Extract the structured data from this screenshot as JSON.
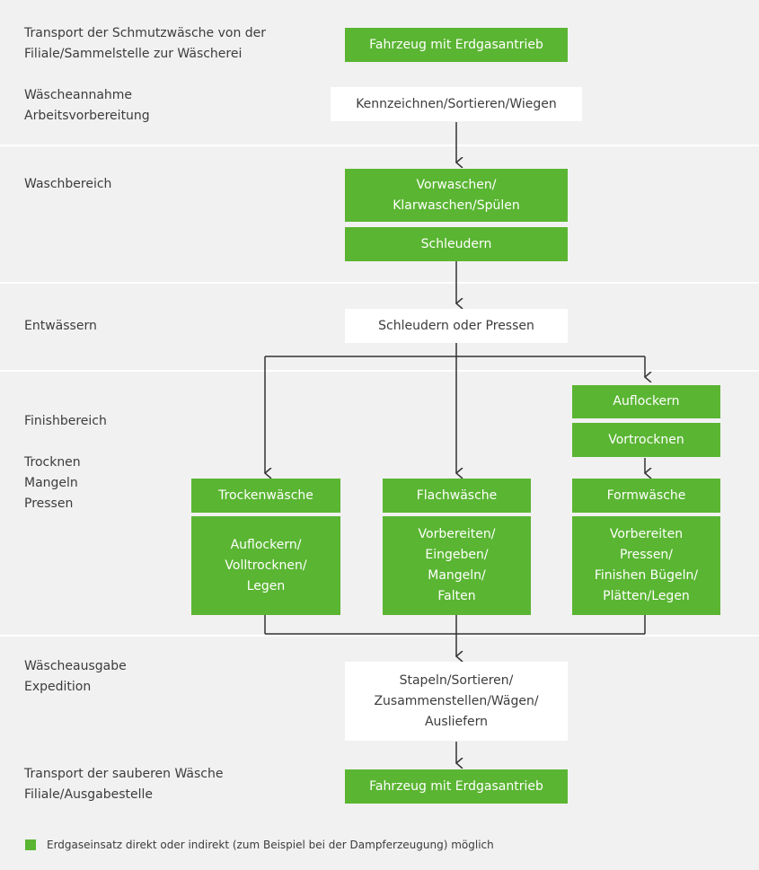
{
  "colors": {
    "green": "#5ab532",
    "white_box": "#ffffff",
    "background": "#f1f1f1",
    "line": "#333333"
  },
  "labels": {
    "transport_dirty": "Transport der Schmutzwäsche von der\nFiliale/Sammelstelle zur Wäscherei",
    "acceptance": "Wäscheannahme\nArbeitsvorbereitung",
    "washing": "Waschbereich",
    "dewatering": "Entwässern",
    "finish": "Finishbereich",
    "finish_steps": "Trocknen\nMangeln\nPressen",
    "output": "Wäscheausgabe\nExpedition",
    "transport_clean": "Transport der sauberen Wäsche\nFiliale/Ausgabestelle"
  },
  "boxes": {
    "vehicle_top": "Fahrzeug mit Erdgasantrieb",
    "sorting": "Kennzeichnen/Sortieren/Wiegen",
    "prewash": "Vorwaschen/\nKlarwaschen/Spülen",
    "spin": "Schleudern",
    "spin_or_press": "Schleudern oder Pressen",
    "loosen": "Auflockern",
    "predry": "Vortrocknen",
    "dry_title": "Trockenwäsche",
    "dry_body": "Auflockern/\nVolltrocknen/\nLegen",
    "flat_title": "Flachwäsche",
    "flat_body": "Vorbereiten/\nEingeben/\nMangeln/\nFalten",
    "form_title": "Formwäsche",
    "form_body": "Vorbereiten\nPressen/\nFinishen Bügeln/\nPlätten/Legen",
    "stacking": "Stapeln/Sortieren/\nZusammenstellen/Wägen/\nAusliefern",
    "vehicle_bottom": "Fahrzeug mit Erdgasantrieb"
  },
  "legend": {
    "text": "Erdgaseinsatz direkt oder indirekt (zum Beispiel bei der Dampferzeugung) möglich"
  }
}
